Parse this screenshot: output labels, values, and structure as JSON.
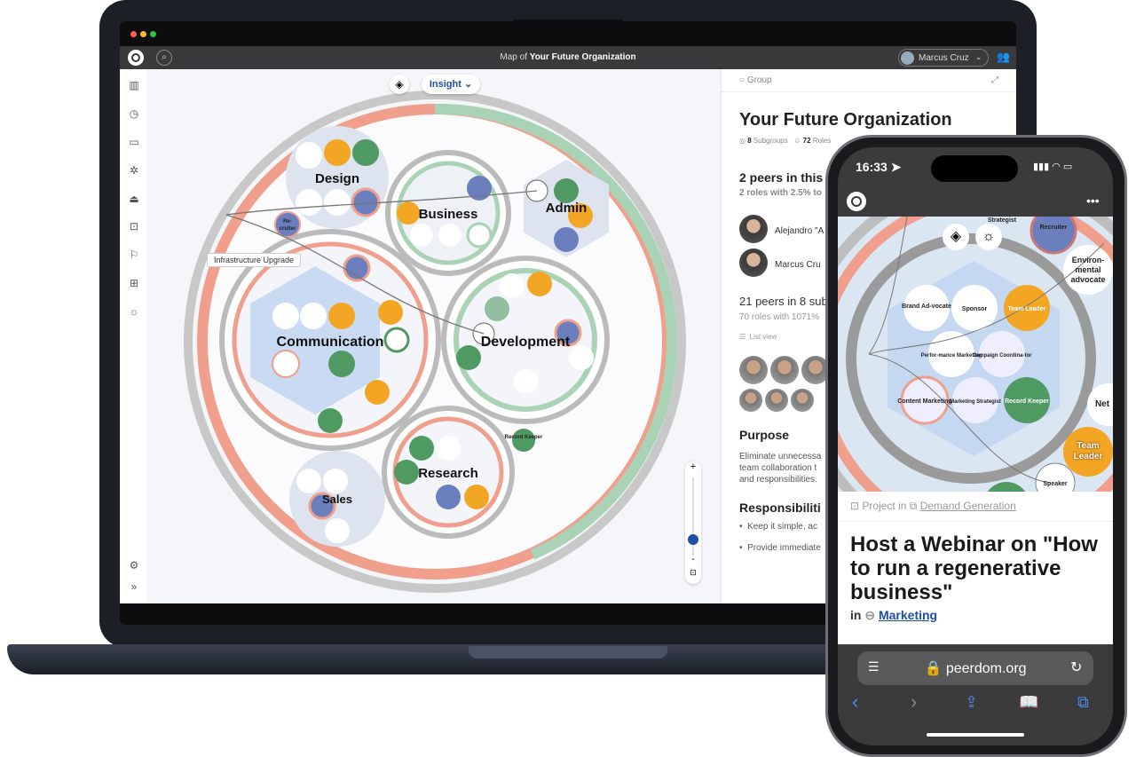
{
  "laptop": {
    "topbar": {
      "title_prefix": "Map of ",
      "title": "Your Future Organization",
      "user": "Marcus Cruz"
    },
    "sidebar": {
      "items": [
        "map-icon",
        "clock-icon",
        "id-card-icon",
        "compass-icon",
        "stamp-icon",
        "briefcase-icon",
        "flag-icon",
        "book-icon",
        "lightbulb-icon"
      ],
      "bottom": [
        "gear-icon",
        "expand-icon"
      ]
    },
    "map": {
      "view_selector": "Insight",
      "groups": [
        "Design",
        "Business",
        "Admin",
        "Communication",
        "Development",
        "Research",
        "Sales"
      ],
      "roles": {
        "recruiter": "Re-\ncruiter",
        "record_keeper": "Record Keeper"
      },
      "tooltip": "Infrastructure Upgrade",
      "zoom": {
        "plus": "+",
        "minus": "-",
        "level": 0.25
      }
    },
    "panel": {
      "type": "Group",
      "title": "Your Future Organization",
      "subgroups_count": "8",
      "subgroups_label": "Subgroups",
      "roles_count": "72",
      "roles_label": "Roles",
      "peers_heading": "2 peers in this",
      "peers_sub": "2 roles with 2.5% to",
      "peers": [
        "Alejandro \"A",
        "Marcus Cru"
      ],
      "sub_peers_heading": "21 peers in 8 sub",
      "sub_peers_sub": "70 roles with 1071%",
      "list_view": "List view",
      "purpose_heading": "Purpose",
      "purpose_text": "Eliminate unnecessa team collaboration t and responsibilities.",
      "resp_heading": "Responsibiliti",
      "resp_items": [
        "Keep it simple, ac",
        "Provide immediate"
      ]
    }
  },
  "phone": {
    "time": "16:33",
    "roles": [
      "Strategist",
      "Recruiter",
      "Environ-mental advocate",
      "Brand Ad-vocate",
      "Sponsor",
      "Team Leader",
      "Perfor-mance Marketing",
      "Campaign Coordina-tor",
      "Content Marketing",
      "Marketing Strategist",
      "Record Keeper",
      "Net",
      "Team Leader",
      "Speaker"
    ],
    "project_prefix": "Project in",
    "project_parent": "Demand Generation",
    "title": "Host a Webinar on \"How to run a regenerative business\"",
    "in_label": "in",
    "circle": "Marketing",
    "url": "peerdom.org"
  },
  "colors": {
    "salmon": "#ef9f8c",
    "green": "#8cc39d",
    "gray": "#b5b5b5",
    "orange": "#f3a623",
    "darkgreen": "#4f9a63",
    "blue": "#6b7fbf",
    "link": "#1d4fa3"
  }
}
